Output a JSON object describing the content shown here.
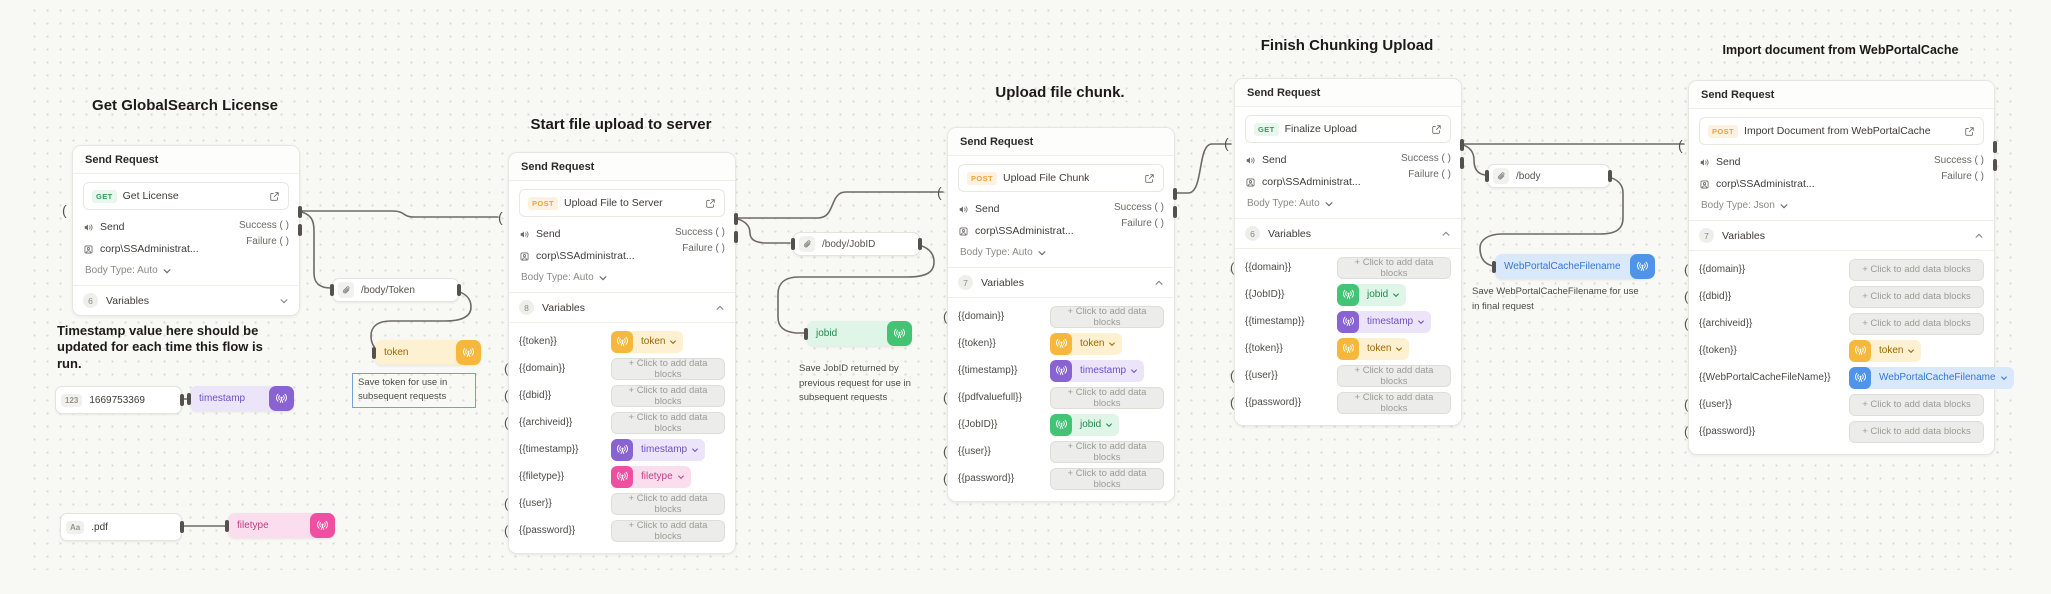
{
  "canvas": {
    "background": "#f8f8f5",
    "dot_color": "#dbdbd5",
    "wire_color": "#6e6b66"
  },
  "colors": {
    "amber": "#f5b83d",
    "purple": "#8a63d2",
    "pink": "#ee4fa0",
    "green": "#43c374",
    "blue": "#4f94e8",
    "get": "#2f9e5f",
    "post": "#f0a33c"
  },
  "icons": {
    "send": "speaker-waves-icon",
    "credential": "account-icon",
    "request_link": "external-link-icon",
    "extract": "paperclip-icon",
    "broadcast": "broadcast-tower-icon",
    "collapsed": "chevron-down-icon",
    "expanded": "chevron-up-icon",
    "number_badge": "123",
    "text_badge": "Aa"
  },
  "flows": [
    {
      "title": "Get GlobalSearch License",
      "card": {
        "header": "Send Request",
        "method": "GET",
        "request_name": "Get License",
        "send_label": "Send",
        "success_label": "Success ( )",
        "failure_label": "Failure ( )",
        "credential": "corp\\SSAdministrat...",
        "body_type": "Body Type: Auto",
        "variables_count": "6",
        "variables_label": "Variables",
        "variables": []
      }
    },
    {
      "title": "Start file upload to server",
      "card": {
        "header": "Send Request",
        "method": "POST",
        "request_name": "Upload File to Server",
        "send_label": "Send",
        "success_label": "Success ( )",
        "failure_label": "Failure ( )",
        "credential": "corp\\SSAdministrat...",
        "body_type": "Body Type: Auto",
        "variables_count": "8",
        "variables_label": "Variables",
        "variables": [
          {
            "name": "{{token}}",
            "binding": {
              "type": "chip",
              "label": "token",
              "color": "amber"
            }
          },
          {
            "name": "{{domain}}",
            "binding": {
              "type": "placeholder",
              "label": "+ Click to add data blocks"
            }
          },
          {
            "name": "{{dbid}}",
            "binding": {
              "type": "placeholder",
              "label": "+ Click to add data blocks"
            }
          },
          {
            "name": "{{archiveid}}",
            "binding": {
              "type": "placeholder",
              "label": "+ Click to add data blocks"
            }
          },
          {
            "name": "{{timestamp}}",
            "binding": {
              "type": "chip",
              "label": "timestamp",
              "color": "purple"
            }
          },
          {
            "name": "{{filetype}}",
            "binding": {
              "type": "chip",
              "label": "filetype",
              "color": "pink"
            }
          },
          {
            "name": "{{user}}",
            "binding": {
              "type": "placeholder",
              "label": "+ Click to add data blocks"
            }
          },
          {
            "name": "{{password}}",
            "binding": {
              "type": "placeholder",
              "label": "+ Click to add data blocks"
            }
          }
        ]
      }
    },
    {
      "title": "Upload file chunk.",
      "card": {
        "header": "Send Request",
        "method": "POST",
        "request_name": "Upload File Chunk",
        "send_label": "Send",
        "success_label": "Success ( )",
        "failure_label": "Failure ( )",
        "credential": "corp\\SSAdministrat...",
        "body_type": "Body Type: Auto",
        "variables_count": "7",
        "variables_label": "Variables",
        "variables": [
          {
            "name": "{{domain}}",
            "binding": {
              "type": "placeholder",
              "label": "+ Click to add data blocks"
            }
          },
          {
            "name": "{{token}}",
            "binding": {
              "type": "chip",
              "label": "token",
              "color": "amber"
            }
          },
          {
            "name": "{{timestamp}}",
            "binding": {
              "type": "chip",
              "label": "timestamp",
              "color": "purple"
            }
          },
          {
            "name": "{{pdfvaluefull}}",
            "binding": {
              "type": "placeholder",
              "label": "+ Click to add data blocks"
            }
          },
          {
            "name": "{{JobID}}",
            "binding": {
              "type": "chip",
              "label": "jobid",
              "color": "green"
            }
          },
          {
            "name": "{{user}}",
            "binding": {
              "type": "placeholder",
              "label": "+ Click to add data blocks"
            }
          },
          {
            "name": "{{password}}",
            "binding": {
              "type": "placeholder",
              "label": "+ Click to add data blocks"
            }
          }
        ]
      }
    },
    {
      "title": "Finish Chunking Upload",
      "card": {
        "header": "Send Request",
        "method": "GET",
        "request_name": "Finalize Upload",
        "send_label": "Send",
        "success_label": "Success ( )",
        "failure_label": "Failure ( )",
        "credential": "corp\\SSAdministrat...",
        "body_type": "Body Type: Auto",
        "variables_count": "6",
        "variables_label": "Variables",
        "variables": [
          {
            "name": "{{domain}}",
            "binding": {
              "type": "placeholder",
              "label": "+ Click to add data blocks"
            }
          },
          {
            "name": "{{JobID}}",
            "binding": {
              "type": "chip",
              "label": "jobid",
              "color": "green"
            }
          },
          {
            "name": "{{timestamp}}",
            "binding": {
              "type": "chip",
              "label": "timestamp",
              "color": "purple"
            }
          },
          {
            "name": "{{token}}",
            "binding": {
              "type": "chip",
              "label": "token",
              "color": "amber"
            }
          },
          {
            "name": "{{user}}",
            "binding": {
              "type": "placeholder",
              "label": "+ Click to add data blocks"
            }
          },
          {
            "name": "{{password}}",
            "binding": {
              "type": "placeholder",
              "label": "+ Click to add data blocks"
            }
          }
        ]
      }
    },
    {
      "title": "Import document from WebPortalCache",
      "card": {
        "header": "Send Request",
        "method": "POST",
        "request_name": "Import Document from WebPortalCache",
        "send_label": "Send",
        "success_label": "Success ( )",
        "failure_label": "Failure ( )",
        "credential": "corp\\SSAdministrat...",
        "body_type": "Body Type: Json",
        "variables_count": "7",
        "variables_label": "Variables",
        "variables": [
          {
            "name": "{{domain}}",
            "binding": {
              "type": "placeholder",
              "label": "+ Click to add data blocks"
            }
          },
          {
            "name": "{{dbid}}",
            "binding": {
              "type": "placeholder",
              "label": "+ Click to add data blocks"
            }
          },
          {
            "name": "{{archiveid}}",
            "binding": {
              "type": "placeholder",
              "label": "+ Click to add data blocks"
            }
          },
          {
            "name": "{{token}}",
            "binding": {
              "type": "chip",
              "label": "token",
              "color": "amber"
            }
          },
          {
            "name": "{{WebPortalCacheFileName}}",
            "binding": {
              "type": "chip",
              "label": "WebPortalCacheFilename",
              "color": "blue"
            }
          },
          {
            "name": "{{user}}",
            "binding": {
              "type": "placeholder",
              "label": "+ Click to add data blocks"
            }
          },
          {
            "name": "{{password}}",
            "binding": {
              "type": "placeholder",
              "label": "+ Click to add data blocks"
            }
          }
        ]
      }
    }
  ],
  "nodes": {
    "timestamp_value": {
      "badge": "123",
      "value": "1669753369"
    },
    "timestamp_var": {
      "label": "timestamp"
    },
    "pdf_value": {
      "badge": "Aa",
      "value": ".pdf"
    },
    "filetype_var": {
      "label": "filetype"
    },
    "body_token": {
      "label": "/body/Token"
    },
    "token_var": {
      "label": "token"
    },
    "body_jobid": {
      "label": "/body/JobID"
    },
    "jobid_var": {
      "label": "jobid"
    },
    "body": {
      "label": "/body"
    },
    "webportalcache_var": {
      "label": "WebPortalCacheFilename"
    }
  },
  "annotations": {
    "timestamp_note": "Timestamp value here should be updated for each time this flow is run.",
    "token_note": "Save token for use in subsequent requests",
    "jobid_note": "Save JobID returned by previous request for use in subsequent requests",
    "webportalcache_note": "Save WebPortalCacheFilename for use in final request"
  }
}
